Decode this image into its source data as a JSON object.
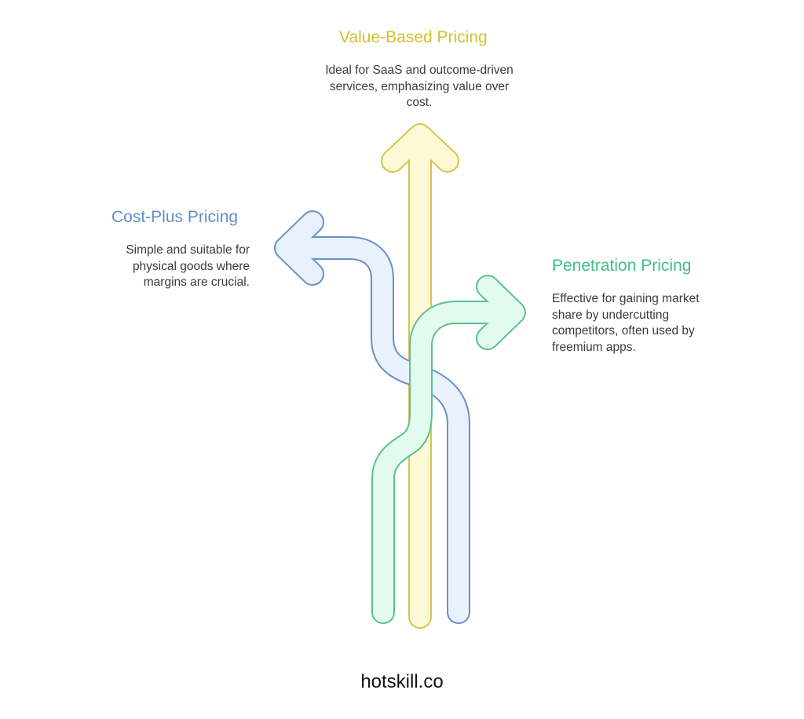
{
  "branches": [
    {
      "title": "Value-Based Pricing",
      "description": "Ideal for SaaS and outcome-driven services, emphasizing value over cost.",
      "color": "#d2c22a"
    },
    {
      "title": "Cost-Plus Pricing",
      "description": "Simple and suitable for physical goods where margins are crucial.",
      "color": "#5f8fcb"
    },
    {
      "title": "Penetration Pricing",
      "description": "Effective for gaining market share by undercutting competitors, often used by freemium apps.",
      "color": "#3fbf86"
    }
  ],
  "footer": "hotskill.co"
}
